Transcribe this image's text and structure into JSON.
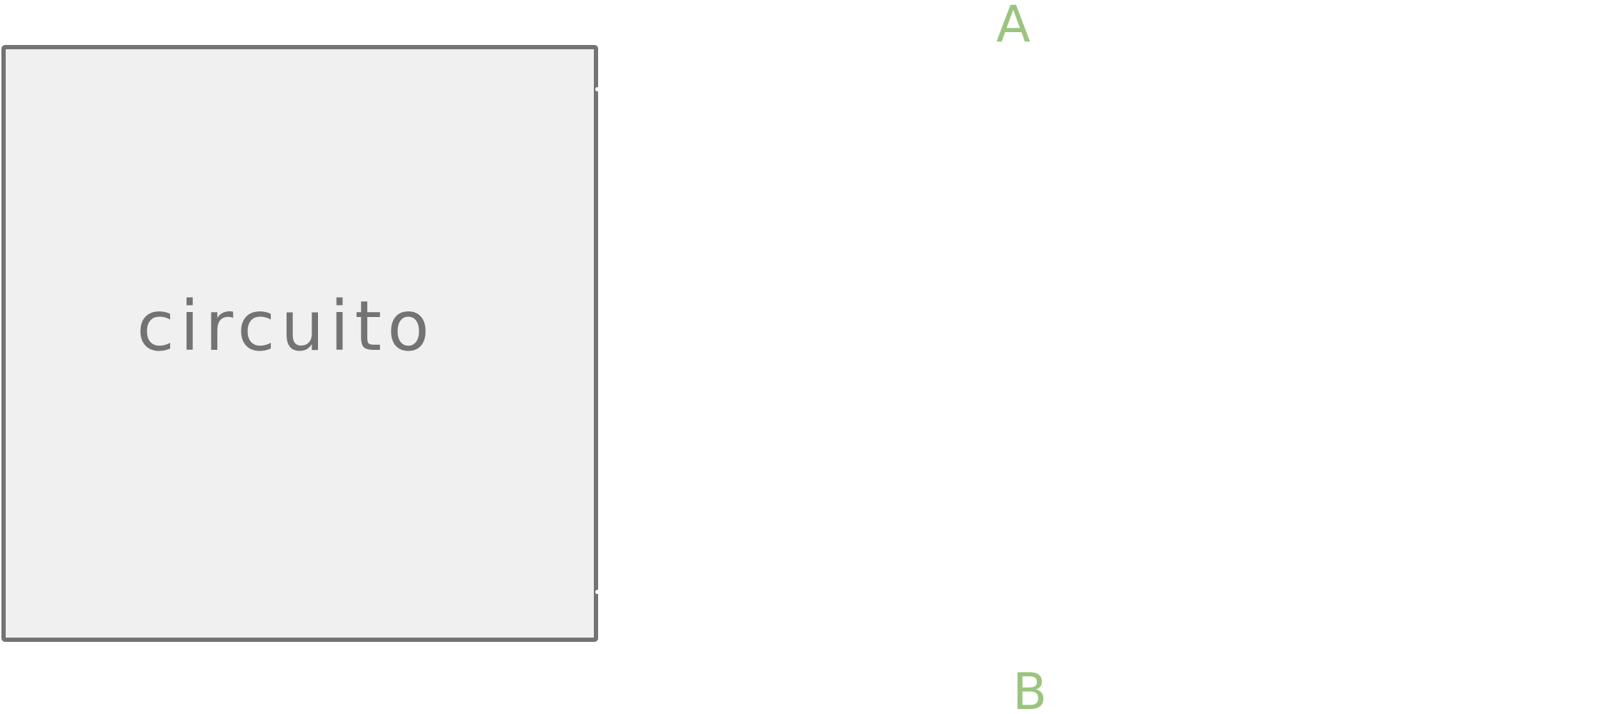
{
  "diagram": {
    "box": {
      "label": "circuito",
      "fill_color": "#f0f0f0",
      "stroke_color": "#737373"
    },
    "terminals": [
      {
        "label": "A",
        "color": "#9bc47f"
      },
      {
        "label": "B",
        "color": "#9bc47f"
      }
    ]
  }
}
